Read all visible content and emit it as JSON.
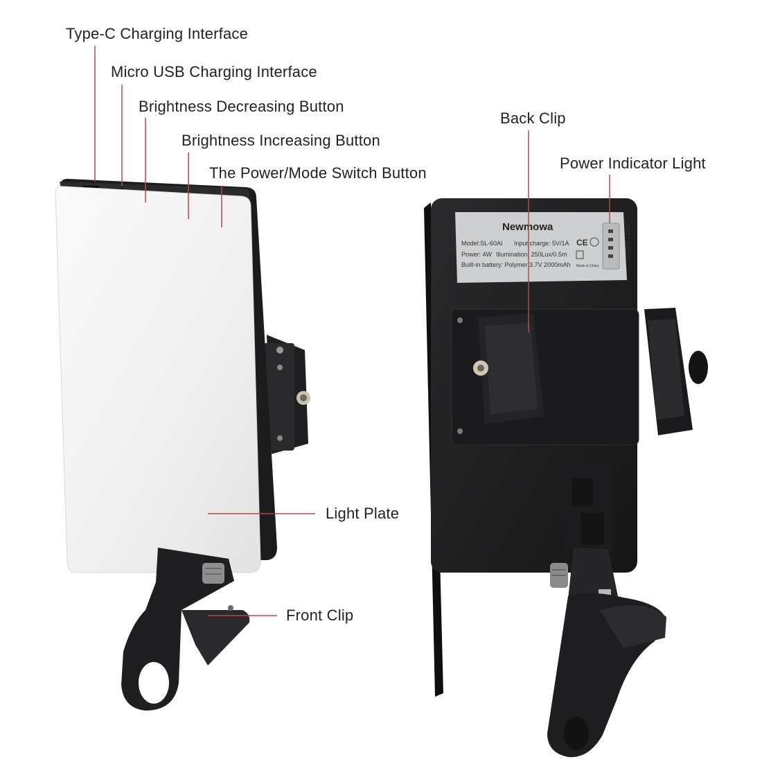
{
  "callouts": {
    "type_c": "Type-C Charging Interface",
    "micro_usb": "Micro USB Charging Interface",
    "brightness_decrease": "Brightness Decreasing Button",
    "brightness_increase": "Brightness Increasing Button",
    "power_mode": "The Power/Mode Switch Button",
    "back_clip": "Back Clip",
    "power_indicator": "Power Indicator Light",
    "light_plate": "Light Plate",
    "front_clip": "Front Clip"
  },
  "product_label": {
    "brand": "Newmowa",
    "model": "Model:SL-60AI",
    "input_charge": "Input charge: 5V/1A",
    "power": "Power: 4W",
    "illumination": "Illumination: 250Lux/0.5m",
    "battery": "Built-in battery: Polymer 3.7V 2000mAh",
    "ce_mark": "CE",
    "made_in": "Made in China",
    "batt_check": "BATT CHECK"
  },
  "colors": {
    "leader_line": "#b04a48",
    "device_body": "#1e1e20",
    "light_plate": "#f1f1f1"
  }
}
